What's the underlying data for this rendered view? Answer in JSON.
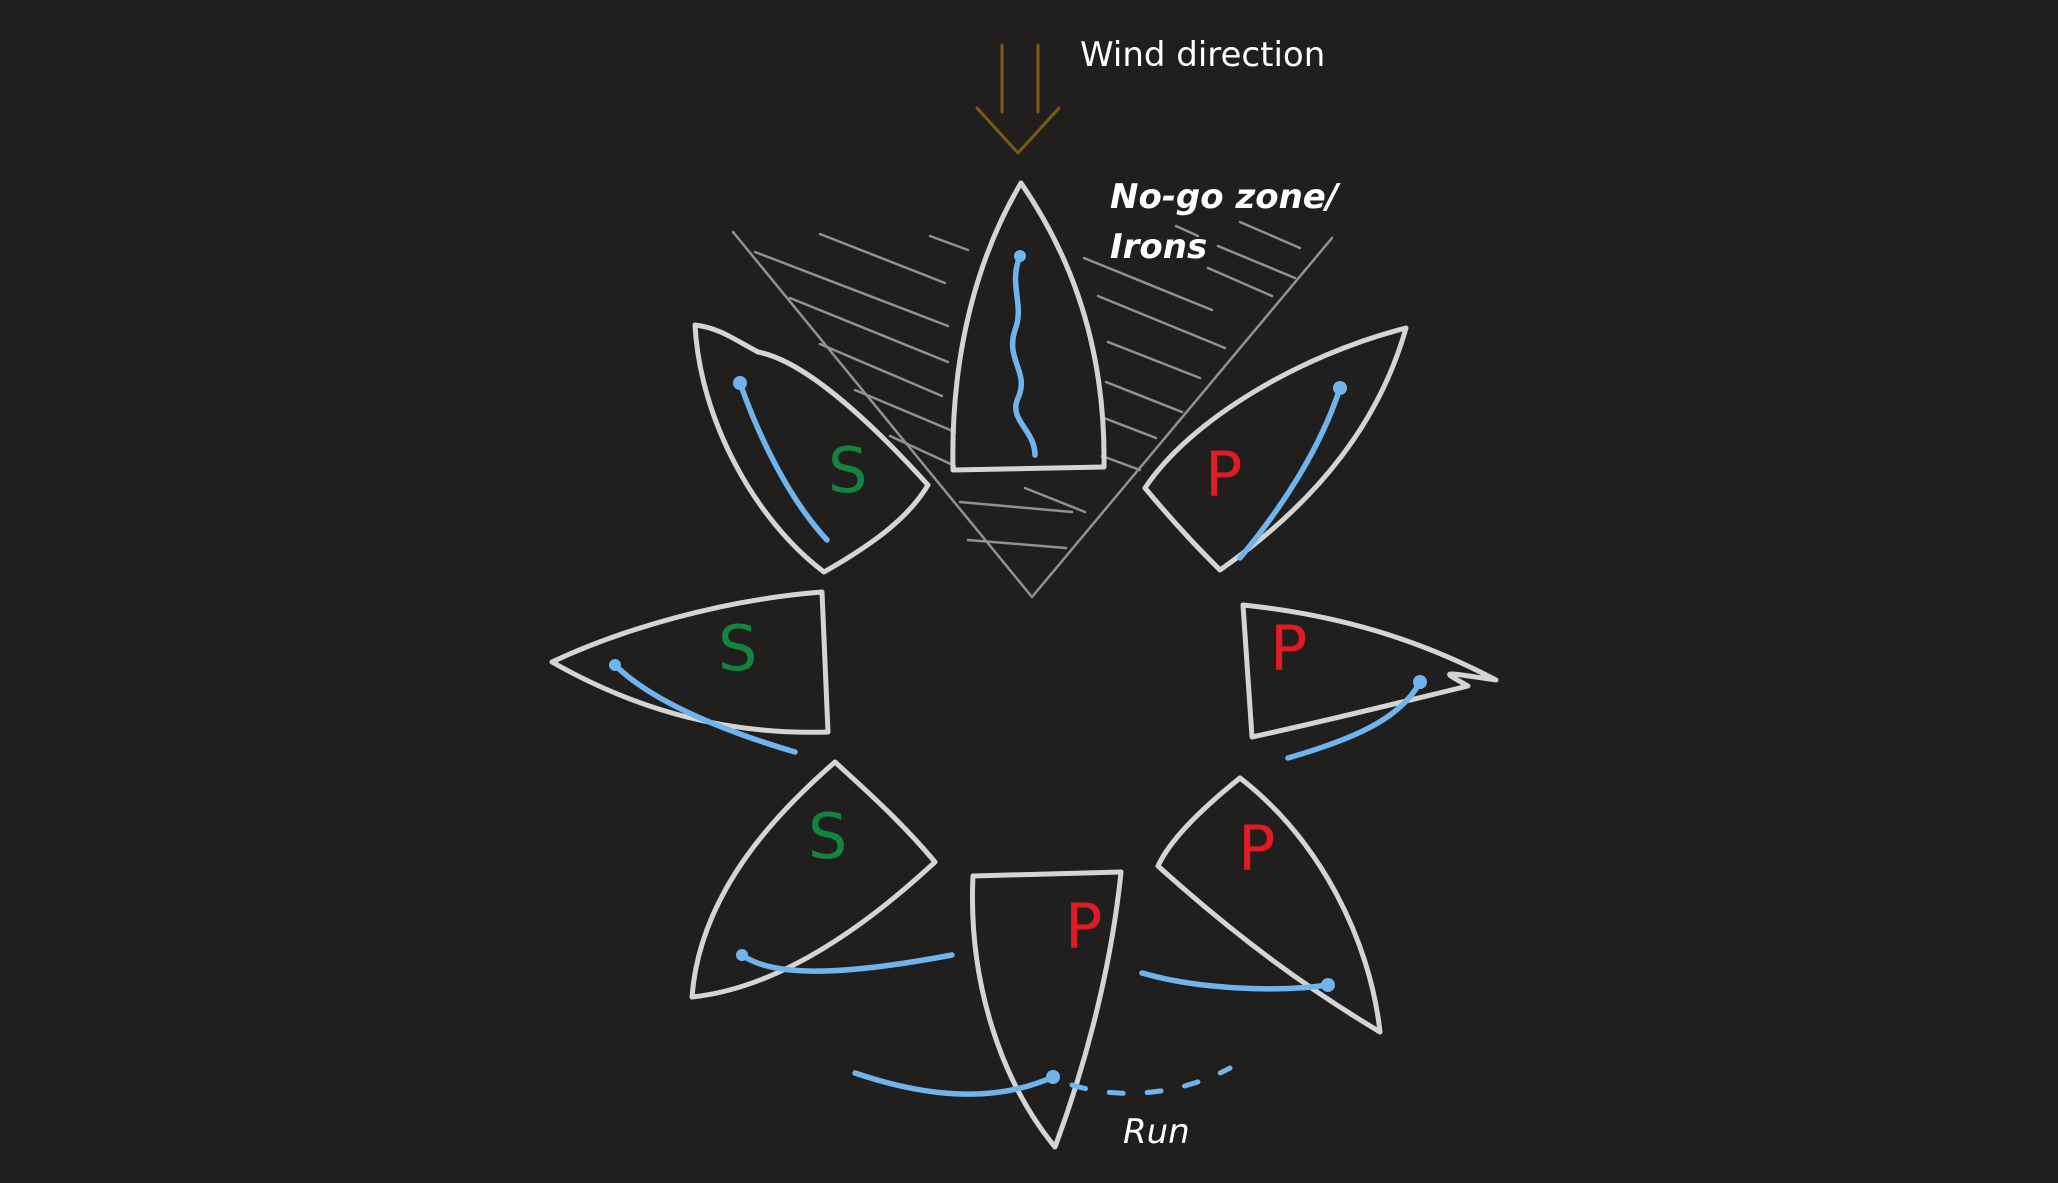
{
  "labels": {
    "wind": "Wind direction",
    "no_go_line1": "No-go zone/",
    "no_go_line2": "Irons",
    "run": "Run"
  },
  "tack_letters": {
    "starboard": "S",
    "port": "P"
  },
  "colors": {
    "background": "#211f1e",
    "hull": "#d4d4d4",
    "sail": "#6fb4ec",
    "no_go_hatch": "#8a9399",
    "wind_arrow": "#7a5a12",
    "starboard": "#13843d",
    "port": "#e01b24",
    "label_text": "#ffffff"
  }
}
